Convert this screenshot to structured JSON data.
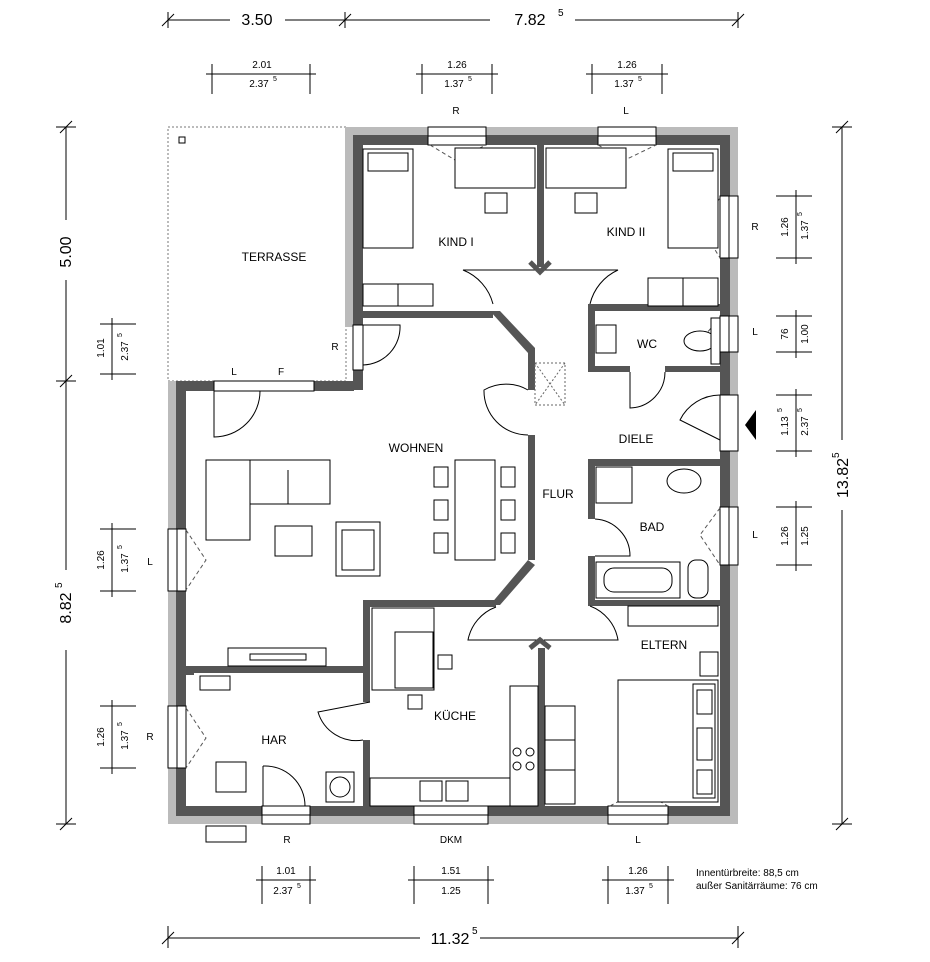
{
  "rooms": {
    "terrace": "TERRASSE",
    "child1": "KIND I",
    "child2": "KIND II",
    "wc": "WC",
    "hall": "DIELE",
    "living": "WOHNEN",
    "corridor": "FLUR",
    "bath": "BAD",
    "parents": "ELTERN",
    "kitchen": "KÜCHE",
    "utility": "HAR"
  },
  "top_dims": {
    "overall_left": "3.50",
    "overall_right": "7.82",
    "overall_right_sup": "5",
    "w1_top": "2.01",
    "w1_bot": "2.37",
    "w1_bot_sup": "5",
    "w2_top": "1.26",
    "w2_bot": "1.37",
    "w2_bot_sup": "5",
    "w3_top": "1.26",
    "w3_bot": "1.37",
    "w3_bot_sup": "5"
  },
  "bottom_dims": {
    "w1_top": "1.01",
    "w1_bot": "2.37",
    "w1_bot_sup": "5",
    "w2_top": "1.51",
    "w2_bot": "1.25",
    "w3_top": "1.26",
    "w3_bot": "1.37",
    "w3_bot_sup": "5",
    "overall": "11.32",
    "overall_sup": "5"
  },
  "left_dims": {
    "upper": "5.00",
    "lower": "8.82",
    "lower_sup": "5",
    "w1_a": "1.01",
    "w1_b": "2.37",
    "w1_b_sup": "5",
    "w2_a": "1.26",
    "w2_b": "1.37",
    "w2_b_sup": "5",
    "w3_a": "1.26",
    "w3_b": "1.37",
    "w3_b_sup": "5"
  },
  "right_dims": {
    "overall": "13.82",
    "overall_sup": "5",
    "w1_a": "1.26",
    "w1_b": "1.37",
    "w1_b_sup": "5",
    "w2_a": "76",
    "w2_b": "1.00",
    "w3_a": "1.13",
    "w3_a_sup": "5",
    "w3_b": "2.37",
    "w3_b_sup": "5",
    "w4_a": "1.26",
    "w4_b": "1.25"
  },
  "window_marks": {
    "top_left": "R",
    "top_right": "L",
    "terrace_r": "R",
    "terrace_l": "L",
    "terrace_f": "F",
    "left_mid": "L",
    "left_low": "R",
    "right_top": "R",
    "right_wc": "L",
    "right_bath": "L",
    "bottom_har": "R",
    "bottom_kitchen": "DKM",
    "bottom_parents": "L"
  },
  "notes": {
    "line1": "Innentürbreite: 88,5 cm",
    "line2": "außer Sanitärräume: 76 cm"
  }
}
